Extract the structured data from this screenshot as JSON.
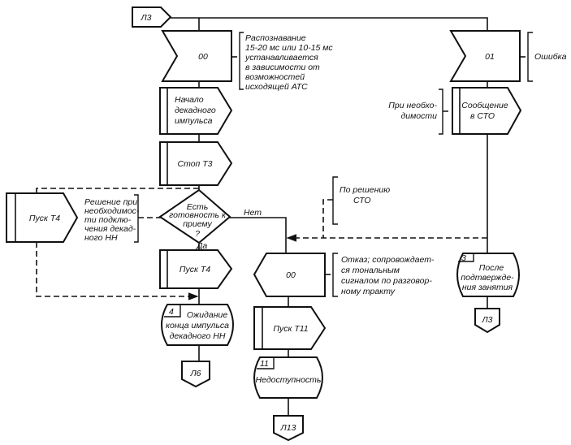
{
  "connectors": {
    "top_in": "Л3",
    "l6": "Л6",
    "l13": "Л13",
    "l3_out": "Л3"
  },
  "input_00": {
    "label": "00",
    "comment": [
      "Распознавание",
      "15-20 мс или 10-15 мс",
      "устанавливается",
      "в зависимости от",
      "возможностей",
      "исходящей АТС"
    ]
  },
  "input_01": {
    "label": "01",
    "comment": "Ошибка"
  },
  "task_start_pulse": {
    "lines": [
      "Начало",
      "декадного",
      "импульса"
    ]
  },
  "task_stop_t3": {
    "label": "Стоп Т3"
  },
  "decision": {
    "lines": [
      "Есть",
      "готовность к",
      "приему",
      "?"
    ],
    "no": "Нет",
    "yes": "Да"
  },
  "task_left_t4": {
    "label": "Пуск Т4",
    "comment": [
      "Решение при",
      "необходимос-",
      "ти подклю-",
      "чения декад-",
      "ного НН"
    ]
  },
  "task_mid_t4": {
    "label": "Пуск Т4"
  },
  "state_4": {
    "number": "4",
    "lines": [
      "Ожидание",
      "конца импульса",
      "декадного НН"
    ]
  },
  "output_00": {
    "label": "00",
    "comment": [
      "Отказ; сопровождает-",
      "ся тональным",
      "сигналом по разговор-",
      "ному тракту"
    ]
  },
  "sto_comment": [
    "По решению",
    "СТО"
  ],
  "task_t11": {
    "label": "Пуск Т11"
  },
  "state_11": {
    "number": "11",
    "label": "Недоступность"
  },
  "message_sto": {
    "lines": [
      "Сообщение",
      "в СТО"
    ],
    "comment": [
      "При необхо-",
      "димости"
    ]
  },
  "state_3": {
    "number": "3",
    "lines": [
      "После",
      "подтвержде-",
      "ния занятия"
    ]
  }
}
